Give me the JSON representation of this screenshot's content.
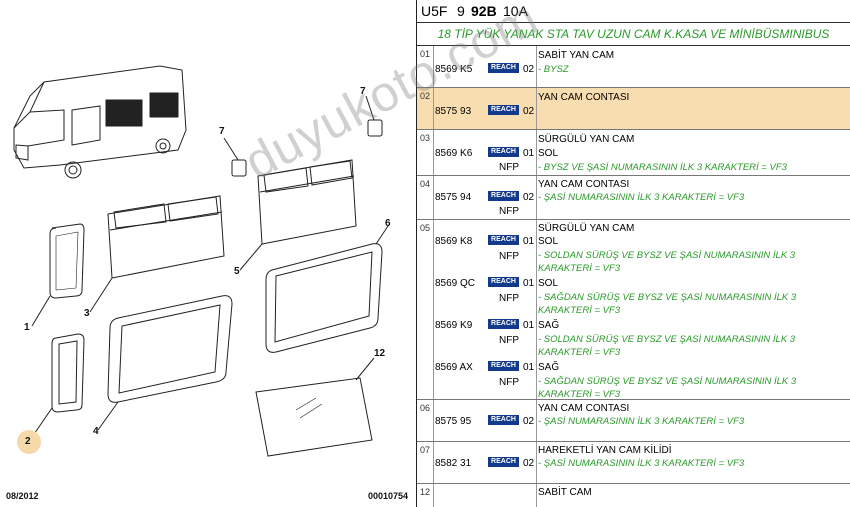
{
  "header": {
    "code1": "U5F",
    "code2": "9",
    "code3": "92B",
    "code4": "10A"
  },
  "subtitle": "18 TİP YÜK YANAK STA TAV UZUN CAM K.KASA VE MİNİBÜSMINIBUS",
  "reach_label": "REACH",
  "rows": [
    {
      "pos": "01",
      "ref": "8569 K5",
      "qty": "02",
      "desc": "SABİT YAN CAM",
      "note": "- BYSZ"
    },
    {
      "pos": "02",
      "ref": "8575 93",
      "qty": "02",
      "desc": "YAN CAM CONTASI"
    },
    {
      "pos": "03",
      "ref": "8569 K6",
      "qty": "01",
      "desc": "SÜRGÜLÜ YAN CAM",
      "side": "SOL",
      "nfp": "NFP",
      "note": "- BYSZ VE ŞASİ NUMARASININ İLK 3 KARAKTERİ = VF3"
    },
    {
      "pos": "04",
      "ref": "8575 94",
      "qty": "02",
      "desc": "YAN CAM CONTASI",
      "nfp": "NFP",
      "note": "- ŞASİ NUMARASININ İLK 3 KARAKTERİ = VF3"
    },
    {
      "pos": "05",
      "desc": "SÜRGÜLÜ YAN CAM",
      "items": [
        {
          "ref": "8569 K8",
          "nfp": "NFP",
          "qty": "01",
          "side": "SOL",
          "note1": "- SOLDAN SÜRÜŞ VE BYSZ VE ŞASİ NUMARASININ İLK 3",
          "note2": "KARAKTERİ = VF3"
        },
        {
          "ref": "8569 QC",
          "nfp": "NFP",
          "qty": "01",
          "side": "SOL",
          "note1": "- SAĞDAN SÜRÜŞ VE BYSZ VE ŞASİ NUMARASININ İLK 3",
          "note2": "KARAKTERİ = VF3"
        },
        {
          "ref": "8569 K9",
          "nfp": "NFP",
          "qty": "01",
          "side": "SAĞ",
          "note1": "- SOLDAN SÜRÜŞ VE BYSZ VE ŞASİ NUMARASININ İLK 3",
          "note2": "KARAKTERİ = VF3"
        },
        {
          "ref": "8569 AX",
          "nfp": "NFP",
          "qty": "01",
          "side": "SAĞ",
          "note1": "- SAĞDAN SÜRÜŞ VE BYSZ VE ŞASİ NUMARASININ İLK 3",
          "note2": "KARAKTERİ = VF3"
        }
      ]
    },
    {
      "pos": "06",
      "ref": "8575 95",
      "qty": "02",
      "desc": "YAN CAM CONTASI",
      "note": "- ŞASİ NUMARASININ İLK 3 KARAKTERİ = VF3"
    },
    {
      "pos": "07",
      "ref": "8582 31",
      "qty": "02",
      "desc": "HAREKETLİ YAN CAM KİLİDİ",
      "note": "- ŞASİ NUMARASININ İLK 3 KARAKTERİ = VF3"
    },
    {
      "pos": "12",
      "desc": "SABİT CAM"
    }
  ],
  "diagram": {
    "callouts": [
      "1",
      "2",
      "3",
      "4",
      "5",
      "6",
      "7",
      "7",
      "12"
    ],
    "footer_left": "08/2012",
    "footer_right": "00010754"
  },
  "watermark": "duyukoto.com",
  "colors": {
    "highlight": "#f8ddb0",
    "note_green": "#2a9a2a",
    "reach_blue": "#123a8a",
    "callout_circle": "#f6d9a8"
  }
}
